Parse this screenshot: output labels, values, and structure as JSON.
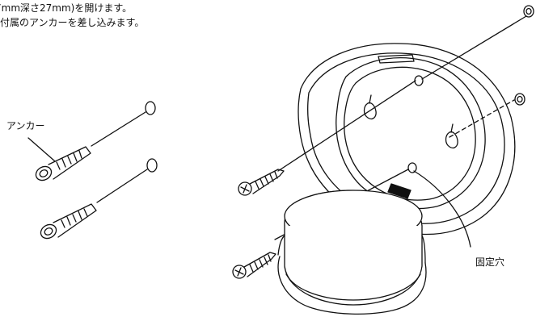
{
  "instructions": {
    "line1": "7mm深さ27mm)を開けます。",
    "line2": "付属のアンカーを差し込みます。"
  },
  "labels": {
    "anchor": "アンカー",
    "fixing_hole": "固定穴"
  },
  "icons": [
    "anchor-icon",
    "screw-icon",
    "wall-hole-icon",
    "device-base-icon",
    "device-cover-icon"
  ]
}
